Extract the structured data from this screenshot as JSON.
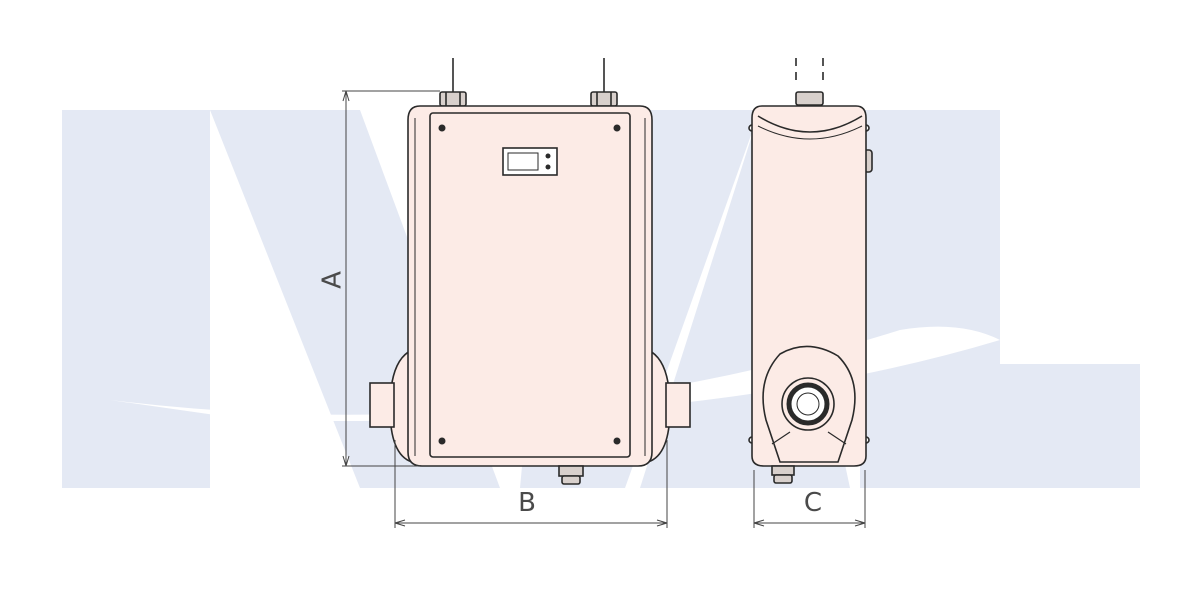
{
  "dimensions": {
    "height_label": "A",
    "width_label": "B",
    "depth_label": "C"
  },
  "colors": {
    "watermark": "#e4e9f4",
    "body_fill": "#fcebe6",
    "outline": "#2a2a2a",
    "dimension_line": "#444444"
  },
  "icons": {
    "watermark": "brand-watermark-logo",
    "front_view": "water-heater-front-view",
    "side_view": "water-heater-side-view",
    "control_panel": "display-control-panel"
  }
}
